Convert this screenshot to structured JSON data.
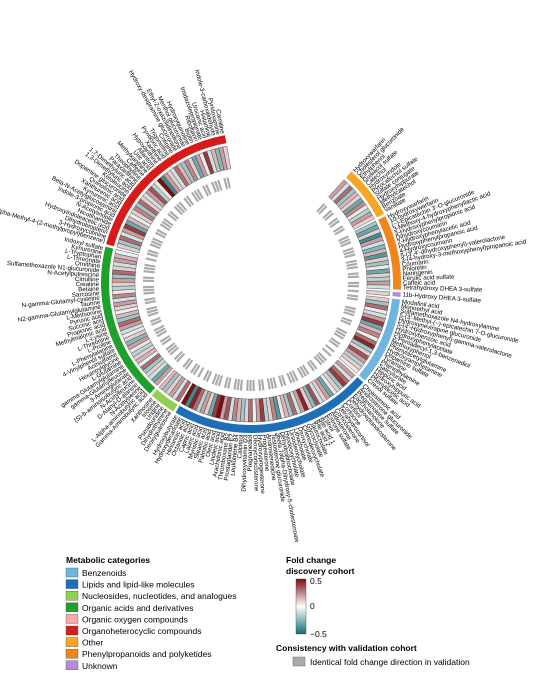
{
  "chart_data": {
    "type": "circular_heatmap",
    "title": "",
    "categories_legend_title": "Metabolic categories",
    "categories": [
      {
        "name": "Benzenoids",
        "color": "#6fb5df"
      },
      {
        "name": "Lipids and lipid-like molecules",
        "color": "#1f6fb8"
      },
      {
        "name": "Nucleosides, nucleotides, and analogues",
        "color": "#8fd14f"
      },
      {
        "name": "Organic acids and derivatives",
        "color": "#1fa02a"
      },
      {
        "name": "Organic oxygen compounds",
        "color": "#f4aaaa"
      },
      {
        "name": "Organoheterocyclic compounds",
        "color": "#d71a1a"
      },
      {
        "name": "Other",
        "color": "#f5a623"
      },
      {
        "name": "Phenylpropanoids and polyketides",
        "color": "#f0861b"
      },
      {
        "name": "Unknown",
        "color": "#b58ad6"
      }
    ],
    "colorscale_title_line1": "Fold change",
    "colorscale_title_line2": "discovery cohort",
    "colorscale_ticks": [
      "0.5",
      "0",
      "−0.5"
    ],
    "colorscale_range": [
      -0.5,
      0.5
    ],
    "colorscale_colors": [
      "#0e6f72",
      "#ffffff",
      "#7a0c12"
    ],
    "consistency_title": "Consistency with validation cohort",
    "consistency_item": "Identical fold change direction in validation",
    "consistency_color": "#aaaaaa",
    "segments": [
      {
        "category": "Other",
        "metabolites": [
          "Hydroxywarfarin",
          "Cholesterol glucuronide",
          "Ethylphenol",
          "Guaiacol sulfate",
          "Catechol",
          "Hydroxyindole",
          "Pyrocatechol sulfate",
          "Sulfate conjugate",
          "Hydroxyhippurate",
          "Methylcatechol",
          "Benzoate",
          "Vanillate"
        ],
        "values": [
          0.2,
          -0.1,
          0.3,
          -0.2,
          0.15,
          0.1,
          -0.3,
          0.25,
          0.05,
          -0.15,
          0.2,
          0.1
        ],
        "consistent": [
          1,
          1,
          0,
          1,
          1,
          0,
          1,
          1,
          0,
          1,
          1,
          0
        ]
      },
      {
        "category": "Phenylpropanoids and polyketides",
        "metabolites": [
          "Hydroxywarfarin",
          "10-hydroxywarfarin",
          "(−)-Epicatechin 3'-O-glucuronide",
          "3-Methoxy-4-hydroxyphenyllactic acid",
          "3-Hydroxyphenylpropionic acid",
          "Dihydroxycoumarin",
          "2-Hydroxyphenylacetic acid",
          "Hydroxyphenylpropanoic acid",
          "4-Hydroxycoumarin",
          "5-(3',4'-dihydroxyphenyl)-valerolactone",
          "3-(4-hydroxy-3-methoxyphenyl)propanoic acid",
          "Coumarin",
          "Phloretin",
          "Naringenin",
          "Ferulic acid sulfate",
          "Caffeic acid",
          "Tetrahydroxy DHEA 3-sulfate"
        ],
        "values": [
          -0.2,
          -0.3,
          0.1,
          -0.4,
          0.2,
          -0.1,
          -0.25,
          0.15,
          -0.35,
          0.1,
          -0.2,
          0.05,
          -0.3,
          0.1,
          -0.15,
          0.2,
          -0.1
        ],
        "consistent": [
          1,
          1,
          1,
          0,
          1,
          1,
          1,
          0,
          1,
          1,
          1,
          0,
          1,
          1,
          0,
          1,
          1
        ]
      },
      {
        "category": "Unknown",
        "metabolites": [
          "11b-Hydroxy DHEA 3-sulfate"
        ],
        "values": [
          0.1
        ],
        "consistent": [
          1
        ]
      },
      {
        "category": "Benzenoids",
        "metabolites": [
          "Modafinil acid",
          "Monoethyl acid",
          "Sulfamethoxazole N4-hydroxylamine",
          "5-(3'-Methyl-(−)-epicatechin 7-O-glucuronide",
          "Hydroxynevirapine glucuronide",
          "5-(4'-Hydroxyphenyl)-gamma-valerolactone",
          "Hydroxybenzoic acid",
          "Hydroxyphenylacetate",
          "5-Pentadecyl-1,3-benzenediol",
          "Methoxyphenol",
          "Phenylacetylglutamine",
          "Hydroxyamphetamine",
          "Dopamine sulfate",
          "Tyramine",
          "Phenethylamine",
          "Salicylurate",
          "Hippuric acid",
          "Hydroxyhippuric acid",
          "Phenylacetic acid",
          "Cresol sulfate"
        ],
        "values": [
          0.1,
          -0.2,
          0.3,
          0.05,
          -0.1,
          0.2,
          0.4,
          -0.3,
          0.15,
          0.25,
          -0.05,
          0.3,
          0.45,
          -0.2,
          0.1,
          0.35,
          0.2,
          -0.15,
          0.1,
          0.05
        ],
        "consistent": [
          1,
          1,
          0,
          0,
          1,
          1,
          1,
          0,
          1,
          1,
          0,
          0,
          1,
          1,
          1,
          0,
          1,
          1,
          0,
          1
        ]
      },
      {
        "category": "Lipids and lipid-like molecules",
        "metabolites": [
          "Cholestenoic acid",
          "Androsterone glucuronide",
          "Pregnenolone sulfate",
          "Etiocholanolone",
          "Dehydroepiandrosterone",
          "Cortisol",
          "Cortisone",
          "Tetrahydrocortisol",
          "Corticosterone",
          "Aldosterone",
          "Estrone sulfate",
          "Estriol",
          "Bile acid 1",
          "Bile acid 2",
          "Taurocholate",
          "Glycocholate",
          "Chenodeoxycholate",
          "Deoxycholate",
          "Lithocholate",
          "Ursodeoxycholate",
          "Hyodeoxycholate",
          "Dehydrolithocholate",
          "3beta,7alpha-Dihydroxy-5-cholestenoate",
          "Testosterone glucuronide",
          "Androstenedione",
          "Progesterone",
          "Hydroxyprogesterone",
          "Deoxycorticosterone",
          "Pregnanediol",
          "Dihydroxyvitamin D3",
          "Calcitriol",
          "Leukotriene B4",
          "Prostaglandin E2",
          "Thromboxane B2",
          "Arachidonic acid",
          "Linoleic acid",
          "Oleic acid",
          "Palmitic acid",
          "Stearic acid",
          "Myristic acid",
          "Lauric acid",
          "Capric acid",
          "Octanoic acid",
          "Hexanoic acid",
          "Hydroxydecanoate",
          "Hydroxybutyrate"
        ],
        "values": [
          0.2,
          -0.1,
          0.3,
          0.4,
          -0.2,
          0.1,
          0.05,
          -0.3,
          0.2,
          0.1,
          -0.1,
          0.35,
          -0.25,
          0.1,
          0.45,
          0.2,
          -0.1,
          0.3,
          -0.2,
          0.15,
          0.05,
          -0.35,
          0.25,
          0.1,
          -0.15,
          0.4,
          0.2,
          -0.05,
          0.3,
          0.1,
          -0.2,
          0.15,
          0.25,
          -0.1,
          0.35,
          0.2,
          0.5,
          0.4,
          -0.3,
          0.1,
          0.2,
          -0.15,
          0.3,
          0.45,
          -0.4,
          0.5
        ],
        "consistent": [
          1,
          0,
          1,
          1,
          1,
          0,
          1,
          1,
          0,
          1,
          1,
          1,
          0,
          1,
          1,
          1,
          0,
          1,
          1,
          0,
          1,
          1,
          1,
          0,
          1,
          1,
          0,
          1,
          1,
          1,
          0,
          1,
          1,
          1,
          0,
          1,
          1,
          0,
          1,
          1,
          1,
          0,
          1,
          1,
          0,
          1
        ]
      },
      {
        "category": "Nucleosides, nucleotides, and analogues",
        "metabolites": [
          "Deoxyguanosine",
          "Dihydrothymine",
          "Pseudouridine",
          "Uridine",
          "Inosine",
          "Xanthosine"
        ],
        "values": [
          0.3,
          -0.1,
          0.2,
          0.1,
          -0.2,
          0.15
        ],
        "consistent": [
          1,
          1,
          0,
          1,
          1,
          0
        ]
      },
      {
        "category": "Organic acids and derivatives",
        "metabolites": [
          "Gamma-Aminobutyric acid",
          "L-Alpha-aminobutyric acid",
          "N-Acetylserine",
          "D-Alanyl-D-alanine",
          "N-Acetylleucine",
          "(S)-b-aminoisobutyric acid",
          "3-Aminoglutarate",
          "gamma-Glutamylleucine",
          "gamma-Glutamylglutamine",
          "L-Glutamine",
          "Hexanoylglycine",
          "Acesulfame",
          "4-Vinylphenol sulfate",
          "L-Phenylalanine",
          "L-Proline",
          "L-Threonine",
          "L-Lysine",
          "Methylmalonic acid",
          "Propionic acid",
          "Succinic acid",
          "Pyruvic acid",
          "L-Methionine",
          "N2-gamma-Glutamylglutamine",
          "Taurine",
          "N-gamma-Glutamyl-cysteine",
          "Sarcosine",
          "Betaine",
          "Creatine",
          "Citrulline",
          "N-Acetylputrescine",
          "Sulfamethoxazole N1-glucuronide",
          "Ornithine",
          "L-Threonate",
          "L-Tryptophan",
          "Kynurenine",
          "Indoxyl sulfate"
        ],
        "values": [
          0.2,
          -0.3,
          -0.1,
          0.1,
          -0.2,
          0.3,
          -0.05,
          0.15,
          0.1,
          -0.15,
          0.05,
          0.2,
          -0.25,
          0.1,
          0.05,
          -0.1,
          0.2,
          0.3,
          -0.2,
          0.15,
          -0.05,
          0.1,
          0.2,
          -0.1,
          0.25,
          0.05,
          -0.15,
          0.1,
          0.2,
          -0.2,
          0.3,
          0.1,
          -0.1,
          0.2,
          0.15,
          -0.05
        ],
        "consistent": [
          1,
          1,
          0,
          1,
          1,
          1,
          0,
          1,
          1,
          0,
          1,
          1,
          1,
          0,
          1,
          1,
          0,
          1,
          1,
          1,
          0,
          1,
          1,
          0,
          1,
          1,
          1,
          0,
          1,
          1,
          0,
          1,
          1,
          1,
          0,
          1
        ]
      },
      {
        "category": "Organoheterocyclic compounds",
        "metabolites": [
          "1-(alpha-Methyl-4-(2-methylpropyl)benzene)",
          "3-Hydroxycotinine",
          "Dihydrobiopterin",
          "Hydroxyindoleacetic acid",
          "Nicotinamide",
          "N-Acetylindole",
          "Indole-3-propionic acid",
          "Beta-N-Acetylglucosamine",
          "Kynurenic acid",
          "Xanthurenic acid",
          "Quinolinic acid",
          "Dopamine glucuronide",
          "Ketoleucine",
          "1,3-Dimethyluric acid",
          "1,7-Dimethyluric acid",
          "Paraxanthine",
          "Theophylline",
          "Caffeine",
          "Methylxanthine",
          "Uric acid",
          "Allantoin",
          "Hypoxanthine",
          "Xanthine",
          "Pyridoxic acid",
          "Trigonelline",
          "Cotinine",
          "Hydroxy-desipramine glucuronide",
          "Ethyl-2-oxazolidinedione",
          "Menthol glucuronide",
          "Hydroxyquinoline",
          "Biotin",
          "Riboflavin",
          "Imidazolepropionate",
          "Urocanic acid",
          "Histamine",
          "Indole-3-carboxaldehyde",
          "Pyridoxamine",
          "Carnitine"
        ],
        "values": [
          0.1,
          -0.2,
          0.3,
          -0.1,
          0.2,
          0.4,
          -0.3,
          0.15,
          -0.05,
          0.1,
          0.25,
          -0.2,
          0.3,
          0.1,
          -0.1,
          0.2,
          0.35,
          -0.15,
          0.05,
          0.5,
          -0.4,
          0.2,
          0.1,
          -0.1,
          0.3,
          0.15,
          -0.2,
          0.25,
          0.1,
          -0.3,
          0.2,
          0.05,
          0.4,
          -0.1,
          0.15,
          -0.25,
          0.2,
          0.1
        ],
        "consistent": [
          1,
          1,
          0,
          1,
          1,
          1,
          0,
          1,
          1,
          0,
          1,
          1,
          1,
          0,
          1,
          1,
          0,
          1,
          1,
          1,
          0,
          1,
          1,
          0,
          1,
          1,
          1,
          0,
          1,
          1,
          0,
          1,
          1,
          1,
          0,
          1,
          1,
          0
        ]
      }
    ]
  }
}
